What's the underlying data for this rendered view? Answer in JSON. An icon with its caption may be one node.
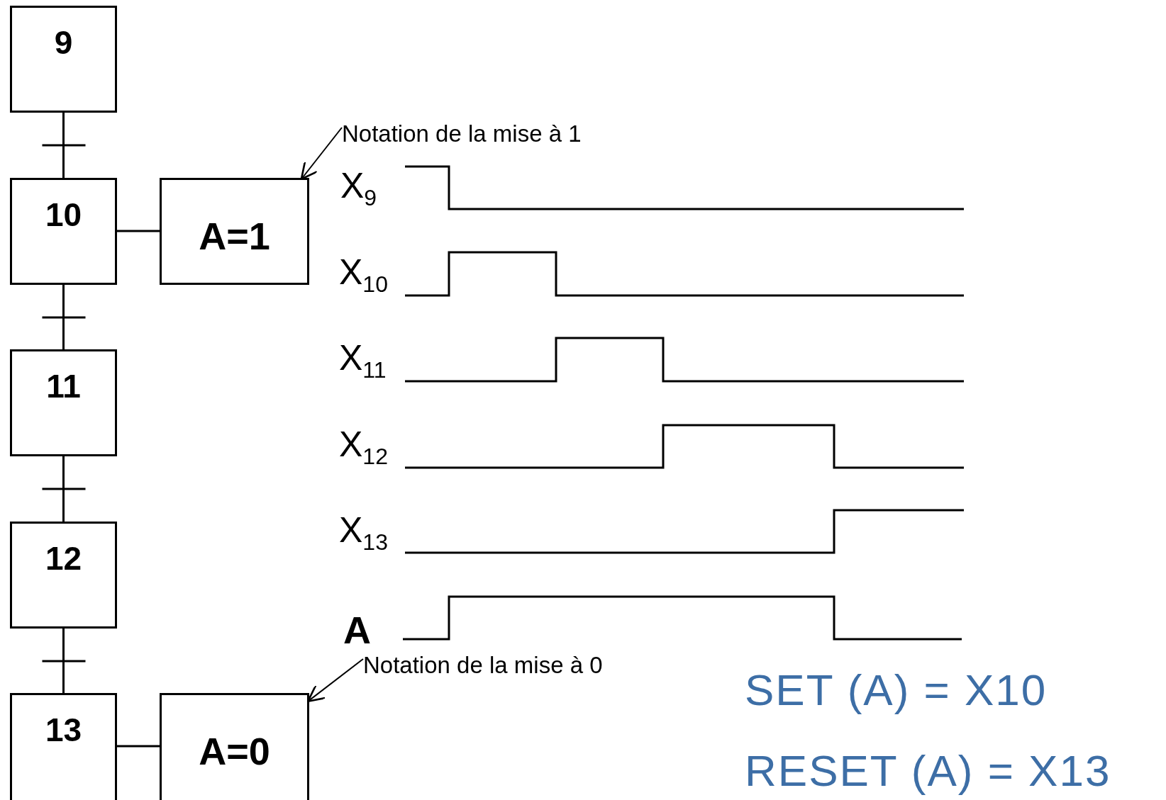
{
  "diagram": {
    "nodes": [
      {
        "text": [
          "9"
        ]
      },
      {
        "text": [
          "10"
        ]
      },
      {
        "text": [
          "A=1"
        ]
      },
      {
        "text": [
          "11"
        ]
      },
      {
        "text": [
          "12"
        ]
      },
      {
        "text": [
          "13"
        ]
      },
      {
        "text": [
          "A=0"
        ]
      },
      {
        "text": [
          "Notation de la mise à 1"
        ]
      },
      {
        "text": [
          "Notation de la mise à 0"
        ]
      }
    ],
    "edges": [
      {
        "from": 0,
        "to": 1,
        "arrow": "none"
      },
      {
        "from": 1,
        "to": 2,
        "arrow": "none"
      },
      {
        "from": 1,
        "to": 3,
        "arrow": "none"
      },
      {
        "from": 3,
        "to": 4,
        "arrow": "none"
      },
      {
        "from": 4,
        "to": 5,
        "arrow": "none"
      },
      {
        "from": 5,
        "to": 6,
        "arrow": "none"
      },
      {
        "from": 7,
        "to": 2,
        "arrow": "to"
      },
      {
        "from": 8,
        "to": 6,
        "arrow": "to"
      }
    ],
    "labels": [
      "X$_{9}$",
      "X$_{10}$",
      "X$_{11}$",
      "X$_{12}$",
      "X$_{13}$",
      "A",
      "SET (A) = X10",
      "RESET (A) = X13"
    ]
  }
}
